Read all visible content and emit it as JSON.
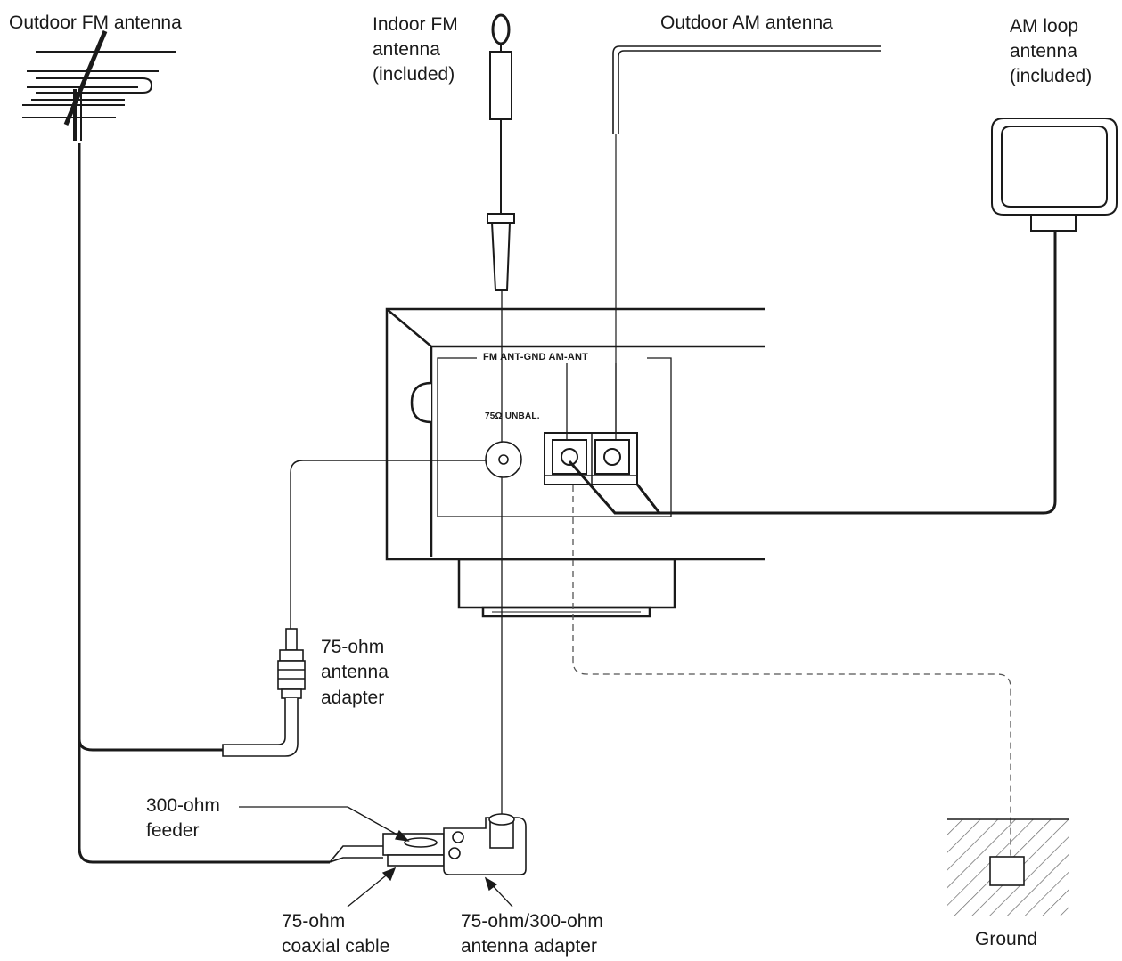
{
  "labels": {
    "outdoor_fm": "Outdoor FM antenna",
    "indoor_fm": [
      "Indoor FM",
      "antenna",
      "(included)"
    ],
    "outdoor_am": "Outdoor AM antenna",
    "am_loop": [
      "AM loop",
      "antenna",
      "(included)"
    ],
    "adapter_75": [
      "75-ohm",
      "antenna",
      "adapter"
    ],
    "feeder_300": [
      "300-ohm",
      "feeder"
    ],
    "coax_75": [
      "75-ohm",
      "coaxial cable"
    ],
    "adapter_75_300": [
      "75-ohm/300-ohm",
      "antenna adapter"
    ],
    "ground": "Ground"
  },
  "panel": {
    "header": "FM ANT-GND AM-ANT",
    "unbal": "75Ω UNBAL."
  },
  "colors": {
    "line": "#1a1a1a",
    "background": "#ffffff",
    "hatch": "#666666"
  }
}
